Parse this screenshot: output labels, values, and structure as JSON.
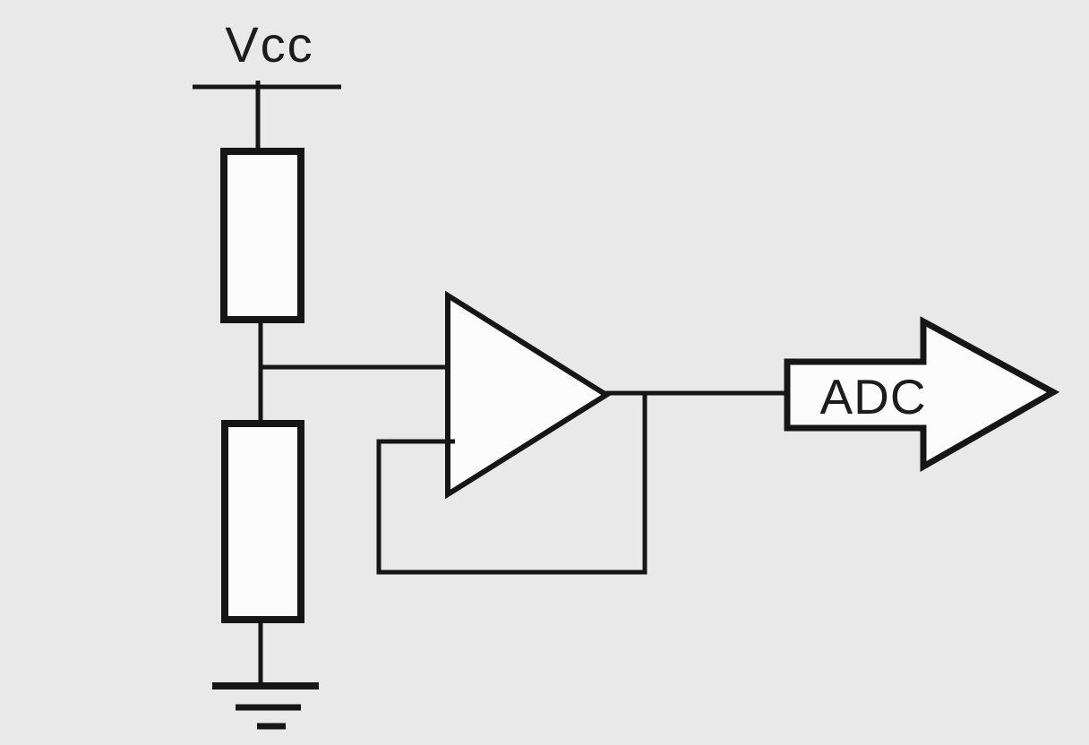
{
  "schematic": {
    "description": "Voltage divider from Vcc buffered by an op-amp voltage follower driving an ADC input",
    "colors": {
      "background": "#e9e9e9",
      "ink": "#161616",
      "shape_fill": "#fcfcfc",
      "text": "#1c1c1c"
    },
    "labels": {
      "power": "Vcc",
      "output": "ADC"
    },
    "components": [
      {
        "id": "vcc-rail",
        "type": "power-supply-rail",
        "label": "Vcc"
      },
      {
        "id": "resistor-r1",
        "type": "resistor"
      },
      {
        "id": "resistor-r2",
        "type": "resistor"
      },
      {
        "id": "ground",
        "type": "ground-symbol"
      },
      {
        "id": "opamp-buffer",
        "type": "op-amp-voltage-follower"
      },
      {
        "id": "adc-output",
        "type": "block-arrow-output",
        "label": "ADC"
      }
    ]
  }
}
